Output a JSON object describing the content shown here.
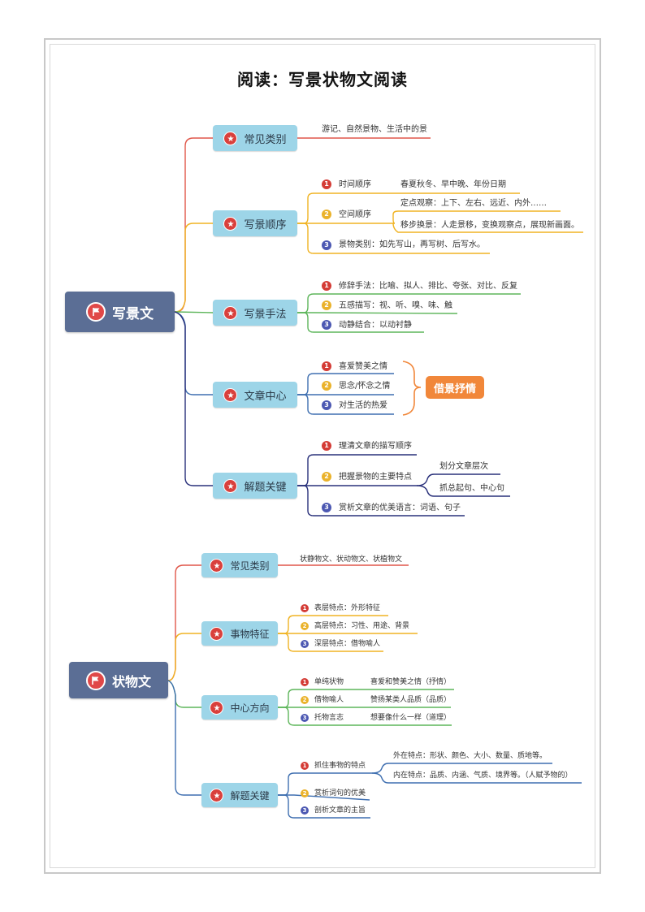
{
  "title": "阅读：写景状物文阅读",
  "section1": {
    "root": "写景文",
    "branches": {
      "types": {
        "label": "常见类别",
        "text": "游记、自然景物、生活中的景"
      },
      "order": {
        "label": "写景顺序",
        "item1": "时间顺序",
        "item1_detail": "春夏秋冬、早中晚、年份日期",
        "item2": "空间顺序",
        "item2_detail_a": "定点观察：上下、左右、远近、内外……",
        "item2_detail_b": "移步换景：人走景移，变换观察点，展现新画面。",
        "item3": "景物类别：如先写山，再写树、后写水。"
      },
      "methods": {
        "label": "写景手法",
        "item1": "修辞手法：比喻、拟人、排比、夸张、对比、反复",
        "item2": "五感描写：视、听、嗅、味、触",
        "item3": "动静结合：以动衬静"
      },
      "center": {
        "label": "文章中心",
        "item1": "喜爱赞美之情",
        "item2": "思念/怀念之情",
        "item3": "对生活的热爱",
        "callout": "借景抒情"
      },
      "keys": {
        "label": "解题关键",
        "item1": "理清文章的描写顺序",
        "item2": "把握景物的主要特点",
        "item2_detail_a": "划分文章层次",
        "item2_detail_b": "抓总起句、中心句",
        "item3": "赏析文章的优美语言：词语、句子"
      }
    }
  },
  "section2": {
    "root": "状物文",
    "branches": {
      "types": {
        "label": "常见类别",
        "text": "状静物文、状动物文、状植物文"
      },
      "features": {
        "label": "事物特征",
        "item1": "表层特点：外形特征",
        "item2": "高层特点：习性、用途、背景",
        "item3": "深层特点：借物喻人"
      },
      "direction": {
        "label": "中心方向",
        "item1": "单纯状物",
        "item1_detail": "喜爱和赞美之情（抒情）",
        "item2": "借物喻人",
        "item2_detail": "赞扬某类人品质（品质）",
        "item3": "托物言志",
        "item3_detail": "想要像什么一样（道理）"
      },
      "keys": {
        "label": "解题关键",
        "item1": "抓住事物的特点",
        "item1_detail_a": "外在特点：形状、颜色、大小、数量、质地等。",
        "item1_detail_b": "内在特点：品质、内涵、气质、境界等。（人赋予物的）",
        "item2": "赏析词句的优美",
        "item3": "剖析文章的主旨"
      }
    }
  },
  "colors": {
    "root": "#5b6e95",
    "branch": "#9dd5e8",
    "red_line": "#e0574a",
    "yellow_line": "#f0b323",
    "green_line": "#5db55a",
    "navy_line": "#29307a",
    "blue_line": "#3f6fb0",
    "callout": "#f1873a"
  }
}
